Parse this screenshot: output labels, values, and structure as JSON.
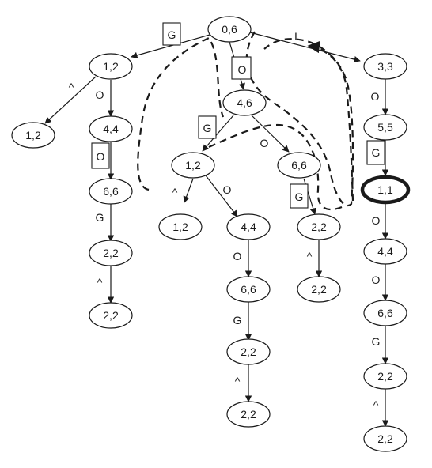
{
  "colors": {
    "ink": "#1a1a1a",
    "background": "#ffffff"
  },
  "nodes": {
    "root": "0,6",
    "l_a": "1,2",
    "l_b": "1,2",
    "l_c": "4,4",
    "l_d": "6,6",
    "l_e": "2,2",
    "l_f": "2,2",
    "m_a": "4,6",
    "m_b": "1,2",
    "m_c": "1,2",
    "m_d": "4,4",
    "m_e": "6,6",
    "m_f": "2,2",
    "m_g": "2,2",
    "n_a": "6,6",
    "n_b": "2,2",
    "n_c": "2,2",
    "r_a": "3,3",
    "r_b": "5,5",
    "r_c": "1,1",
    "r_d": "4,4",
    "r_e": "6,6",
    "r_f": "2,2",
    "r_g": "2,2"
  },
  "edge_labels": {
    "root_l_a": "G",
    "root_m_a": "O",
    "root_r_a": "L",
    "l_a_l_b": "^",
    "l_a_l_c": "O",
    "l_c_l_d": "O",
    "l_d_l_e": "G",
    "l_e_l_f": "^",
    "m_a_m_b": "G",
    "m_a_n_a": "O",
    "m_b_m_c": "^",
    "m_b_m_d": "O",
    "m_d_m_e": "O",
    "m_e_m_f": "G",
    "m_f_m_g": "^",
    "n_a_n_b": "G",
    "n_b_n_c": "^",
    "r_a_r_b": "O",
    "r_b_r_c": "G",
    "r_c_r_d": "O",
    "r_d_r_e": "O",
    "r_e_r_f": "G",
    "r_f_r_g": "^"
  }
}
